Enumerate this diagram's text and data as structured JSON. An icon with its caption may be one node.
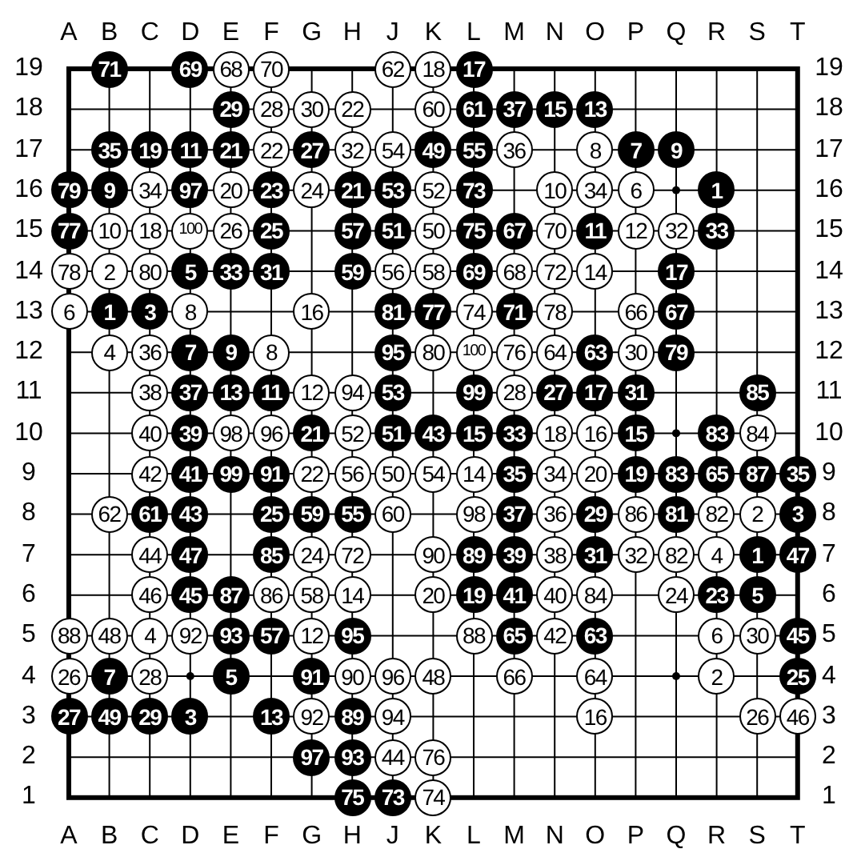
{
  "diagram": {
    "nodes": [
      {
        "text": [
          "71"
        ]
      },
      {
        "text": [
          "69"
        ]
      },
      {
        "text": [
          "68"
        ]
      },
      {
        "text": [
          "70"
        ]
      },
      {
        "text": [
          "62"
        ]
      },
      {
        "text": [
          "18"
        ]
      },
      {
        "text": [
          "17"
        ]
      },
      {
        "text": [
          "29"
        ]
      },
      {
        "text": [
          "28"
        ]
      },
      {
        "text": [
          "30"
        ]
      },
      {
        "text": [
          "22"
        ]
      },
      {
        "text": [
          "60"
        ]
      },
      {
        "text": [
          "61"
        ]
      },
      {
        "text": [
          "37"
        ]
      },
      {
        "text": [
          "15"
        ]
      },
      {
        "text": [
          "13"
        ]
      },
      {
        "text": [
          "35"
        ]
      },
      {
        "text": [
          "19"
        ]
      },
      {
        "text": [
          "11"
        ]
      },
      {
        "text": [
          "21"
        ]
      },
      {
        "text": [
          "22"
        ]
      },
      {
        "text": [
          "27"
        ]
      },
      {
        "text": [
          "32"
        ]
      },
      {
        "text": [
          "54"
        ]
      },
      {
        "text": [
          "49"
        ]
      },
      {
        "text": [
          "55"
        ]
      },
      {
        "text": [
          "36"
        ]
      },
      {
        "text": [
          "8"
        ]
      },
      {
        "text": [
          "7"
        ]
      },
      {
        "text": [
          "9"
        ]
      },
      {
        "text": [
          "79"
        ]
      },
      {
        "text": [
          "9"
        ]
      },
      {
        "text": [
          "34"
        ]
      },
      {
        "text": [
          "97"
        ]
      },
      {
        "text": [
          "20"
        ]
      },
      {
        "text": [
          "23"
        ]
      },
      {
        "text": [
          "24"
        ]
      },
      {
        "text": [
          "21"
        ]
      },
      {
        "text": [
          "53"
        ]
      },
      {
        "text": [
          "52"
        ]
      },
      {
        "text": [
          "73"
        ]
      },
      {
        "text": [
          "10"
        ]
      },
      {
        "text": [
          "34"
        ]
      },
      {
        "text": [
          "6"
        ]
      },
      {
        "text": [
          "1"
        ]
      },
      {
        "text": [
          "77"
        ]
      },
      {
        "text": [
          "10"
        ]
      },
      {
        "text": [
          "18"
        ]
      },
      {
        "text": [
          "100"
        ]
      },
      {
        "text": [
          "26"
        ]
      },
      {
        "text": [
          "25"
        ]
      },
      {
        "text": [
          "57"
        ]
      },
      {
        "text": [
          "51"
        ]
      },
      {
        "text": [
          "50"
        ]
      },
      {
        "text": [
          "75"
        ]
      },
      {
        "text": [
          "67"
        ]
      },
      {
        "text": [
          "70"
        ]
      },
      {
        "text": [
          "11"
        ]
      },
      {
        "text": [
          "12"
        ]
      },
      {
        "text": [
          "32"
        ]
      },
      {
        "text": [
          "33"
        ]
      },
      {
        "text": [
          "78"
        ]
      },
      {
        "text": [
          "2"
        ]
      },
      {
        "text": [
          "80"
        ]
      },
      {
        "text": [
          "5"
        ]
      },
      {
        "text": [
          "33"
        ]
      },
      {
        "text": [
          "31"
        ]
      },
      {
        "text": [
          "59"
        ]
      },
      {
        "text": [
          "56"
        ]
      },
      {
        "text": [
          "58"
        ]
      },
      {
        "text": [
          "69"
        ]
      },
      {
        "text": [
          "68"
        ]
      },
      {
        "text": [
          "72"
        ]
      },
      {
        "text": [
          "14"
        ]
      },
      {
        "text": [
          "17"
        ]
      },
      {
        "text": [
          "6"
        ]
      },
      {
        "text": [
          "1"
        ]
      },
      {
        "text": [
          "3"
        ]
      },
      {
        "text": [
          "8"
        ]
      },
      {
        "text": [
          "16"
        ]
      },
      {
        "text": [
          "81"
        ]
      },
      {
        "text": [
          "77"
        ]
      },
      {
        "text": [
          "74"
        ]
      },
      {
        "text": [
          "71"
        ]
      },
      {
        "text": [
          "78"
        ]
      },
      {
        "text": [
          "66"
        ]
      },
      {
        "text": [
          "67"
        ]
      },
      {
        "text": [
          "4"
        ]
      },
      {
        "text": [
          "36"
        ]
      },
      {
        "text": [
          "7"
        ]
      },
      {
        "text": [
          "9"
        ]
      },
      {
        "text": [
          "8"
        ]
      },
      {
        "text": [
          "95"
        ]
      },
      {
        "text": [
          "80"
        ]
      },
      {
        "text": [
          "100"
        ]
      },
      {
        "text": [
          "76"
        ]
      },
      {
        "text": [
          "64"
        ]
      },
      {
        "text": [
          "63"
        ]
      },
      {
        "text": [
          "30"
        ]
      },
      {
        "text": [
          "79"
        ]
      },
      {
        "text": [
          "38"
        ]
      },
      {
        "text": [
          "37"
        ]
      },
      {
        "text": [
          "13"
        ]
      },
      {
        "text": [
          "11"
        ]
      },
      {
        "text": [
          "12"
        ]
      },
      {
        "text": [
          "94"
        ]
      },
      {
        "text": [
          "53"
        ]
      },
      {
        "text": [
          "99"
        ]
      },
      {
        "text": [
          "28"
        ]
      },
      {
        "text": [
          "27"
        ]
      },
      {
        "text": [
          "17"
        ]
      },
      {
        "text": [
          "31"
        ]
      },
      {
        "text": [
          "85"
        ]
      },
      {
        "text": [
          "40"
        ]
      },
      {
        "text": [
          "39"
        ]
      },
      {
        "text": [
          "98"
        ]
      },
      {
        "text": [
          "96"
        ]
      },
      {
        "text": [
          "21"
        ]
      },
      {
        "text": [
          "52"
        ]
      },
      {
        "text": [
          "51"
        ]
      },
      {
        "text": [
          "43"
        ]
      },
      {
        "text": [
          "15"
        ]
      },
      {
        "text": [
          "33"
        ]
      },
      {
        "text": [
          "18"
        ]
      },
      {
        "text": [
          "16"
        ]
      },
      {
        "text": [
          "15"
        ]
      },
      {
        "text": [
          "83"
        ]
      },
      {
        "text": [
          "84"
        ]
      },
      {
        "text": [
          "42"
        ]
      },
      {
        "text": [
          "41"
        ]
      },
      {
        "text": [
          "99"
        ]
      },
      {
        "text": [
          "91"
        ]
      },
      {
        "text": [
          "22"
        ]
      },
      {
        "text": [
          "56"
        ]
      },
      {
        "text": [
          "50"
        ]
      },
      {
        "text": [
          "54"
        ]
      },
      {
        "text": [
          "14"
        ]
      },
      {
        "text": [
          "35"
        ]
      },
      {
        "text": [
          "34"
        ]
      },
      {
        "text": [
          "20"
        ]
      },
      {
        "text": [
          "19"
        ]
      },
      {
        "text": [
          "83"
        ]
      },
      {
        "text": [
          "65"
        ]
      },
      {
        "text": [
          "87"
        ]
      },
      {
        "text": [
          "35"
        ]
      },
      {
        "text": [
          "62"
        ]
      },
      {
        "text": [
          "61"
        ]
      },
      {
        "text": [
          "43"
        ]
      },
      {
        "text": [
          "25"
        ]
      },
      {
        "text": [
          "59"
        ]
      },
      {
        "text": [
          "55"
        ]
      },
      {
        "text": [
          "60"
        ]
      },
      {
        "text": [
          "98"
        ]
      },
      {
        "text": [
          "37"
        ]
      },
      {
        "text": [
          "36"
        ]
      },
      {
        "text": [
          "29"
        ]
      },
      {
        "text": [
          "86"
        ]
      },
      {
        "text": [
          "81"
        ]
      },
      {
        "text": [
          "82"
        ]
      },
      {
        "text": [
          "2"
        ]
      },
      {
        "text": [
          "3"
        ]
      },
      {
        "text": [
          "44"
        ]
      },
      {
        "text": [
          "47"
        ]
      },
      {
        "text": [
          "85"
        ]
      },
      {
        "text": [
          "24"
        ]
      },
      {
        "text": [
          "72"
        ]
      },
      {
        "text": [
          "90"
        ]
      },
      {
        "text": [
          "89"
        ]
      },
      {
        "text": [
          "39"
        ]
      },
      {
        "text": [
          "38"
        ]
      },
      {
        "text": [
          "31"
        ]
      },
      {
        "text": [
          "32"
        ]
      },
      {
        "text": [
          "82"
        ]
      },
      {
        "text": [
          "4"
        ]
      },
      {
        "text": [
          "1"
        ]
      },
      {
        "text": [
          "47"
        ]
      },
      {
        "text": [
          "46"
        ]
      },
      {
        "text": [
          "45"
        ]
      },
      {
        "text": [
          "87"
        ]
      },
      {
        "text": [
          "86"
        ]
      },
      {
        "text": [
          "58"
        ]
      },
      {
        "text": [
          "14"
        ]
      },
      {
        "text": [
          "20"
        ]
      },
      {
        "text": [
          "19"
        ]
      },
      {
        "text": [
          "41"
        ]
      },
      {
        "text": [
          "40"
        ]
      },
      {
        "text": [
          "84"
        ]
      },
      {
        "text": [
          "24"
        ]
      },
      {
        "text": [
          "23"
        ]
      },
      {
        "text": [
          "5"
        ]
      },
      {
        "text": [
          "88"
        ]
      },
      {
        "text": [
          "48"
        ]
      },
      {
        "text": [
          "4"
        ]
      },
      {
        "text": [
          "92"
        ]
      },
      {
        "text": [
          "93"
        ]
      },
      {
        "text": [
          "57"
        ]
      },
      {
        "text": [
          "12"
        ]
      },
      {
        "text": [
          "95"
        ]
      },
      {
        "text": [
          "88"
        ]
      },
      {
        "text": [
          "65"
        ]
      },
      {
        "text": [
          "42"
        ]
      },
      {
        "text": [
          "63"
        ]
      },
      {
        "text": [
          "6"
        ]
      },
      {
        "text": [
          "30"
        ]
      },
      {
        "text": [
          "45"
        ]
      },
      {
        "text": [
          "26"
        ]
      },
      {
        "text": [
          "7"
        ]
      },
      {
        "text": [
          "28"
        ]
      },
      {
        "text": [
          "5"
        ]
      },
      {
        "text": [
          "91"
        ]
      },
      {
        "text": [
          "90"
        ]
      },
      {
        "text": [
          "96"
        ]
      },
      {
        "text": [
          "48"
        ]
      },
      {
        "text": [
          "66"
        ]
      },
      {
        "text": [
          "64"
        ]
      },
      {
        "text": [
          "2"
        ]
      },
      {
        "text": [
          "25"
        ]
      },
      {
        "text": [
          "27"
        ]
      },
      {
        "text": [
          "49"
        ]
      },
      {
        "text": [
          "29"
        ]
      },
      {
        "text": [
          "3"
        ]
      },
      {
        "text": [
          "13"
        ]
      },
      {
        "text": [
          "92"
        ]
      },
      {
        "text": [
          "89"
        ]
      },
      {
        "text": [
          "94"
        ]
      },
      {
        "text": [
          "16"
        ]
      },
      {
        "text": [
          "26"
        ]
      },
      {
        "text": [
          "46"
        ]
      },
      {
        "text": [
          "97"
        ]
      },
      {
        "text": [
          "93"
        ]
      },
      {
        "text": [
          "44"
        ]
      },
      {
        "text": [
          "76"
        ]
      },
      {
        "text": [
          "75"
        ]
      },
      {
        "text": [
          "73"
        ]
      },
      {
        "text": [
          "74"
        ]
      }
    ],
    "labels": [
      "A",
      "B",
      "C",
      "D",
      "E",
      "F",
      "G",
      "H",
      "J",
      "K",
      "L",
      "M",
      "N",
      "O",
      "P",
      "Q",
      "R",
      "S",
      "T",
      "19",
      "19",
      "18",
      "18",
      "17",
      "17",
      "16",
      "16",
      "15",
      "15",
      "14",
      "14",
      "13",
      "13",
      "12",
      "12",
      "11",
      "11",
      "10",
      "10",
      "9",
      "9",
      "8",
      "8",
      "7",
      "7",
      "6",
      "6",
      "5",
      "5",
      "4",
      "4",
      "3",
      "3",
      "2",
      "2",
      "1",
      "1",
      "A",
      "B",
      "C",
      "D",
      "E",
      "F",
      "G",
      "H",
      "J",
      "K",
      "L",
      "M",
      "N",
      "O",
      "P",
      "Q",
      "R",
      "S",
      "T"
    ]
  }
}
